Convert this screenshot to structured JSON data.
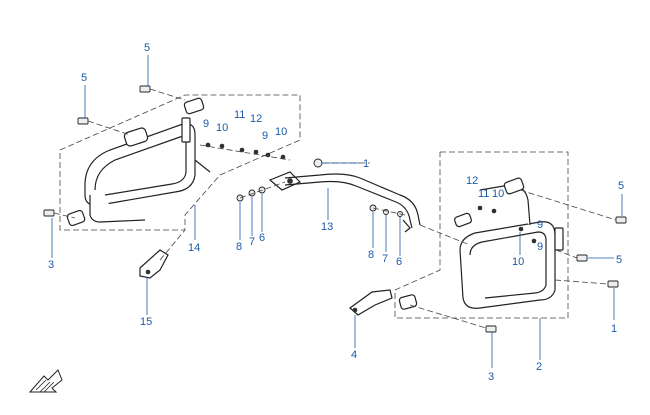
{
  "diagram": {
    "callouts": [
      "1",
      "1",
      "2",
      "3",
      "3",
      "4",
      "5",
      "5",
      "5",
      "5",
      "6",
      "6",
      "7",
      "7",
      "8",
      "8",
      "9",
      "9",
      "9",
      "9",
      "10",
      "10",
      "10",
      "10",
      "11",
      "11",
      "12",
      "12",
      "13",
      "14",
      "15"
    ]
  }
}
